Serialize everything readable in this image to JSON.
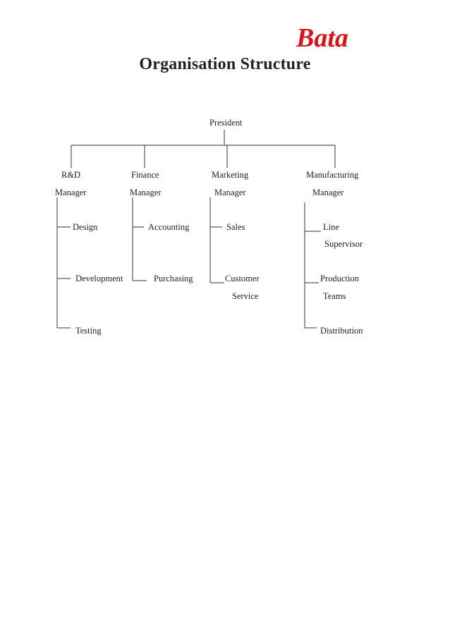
{
  "brand": {
    "logo_text": "Bata",
    "color": "#d6141c"
  },
  "title": "Organisation Structure",
  "root": {
    "label": "President"
  },
  "departments": [
    {
      "line1": "R&D",
      "line2": "Manager",
      "items": [
        "Design",
        "Development",
        "Testing"
      ]
    },
    {
      "line1": "Finance",
      "line2": "Manager",
      "items": [
        "Accounting",
        "Purchasing"
      ]
    },
    {
      "line1": "Marketing",
      "line2": "Manager",
      "items": [
        "Sales",
        "Customer",
        "Service"
      ]
    },
    {
      "line1": "Manufacturing",
      "line2": "Manager",
      "items": [
        "Line",
        "Supervisor",
        "Production",
        "Teams",
        "Distribution"
      ]
    }
  ]
}
